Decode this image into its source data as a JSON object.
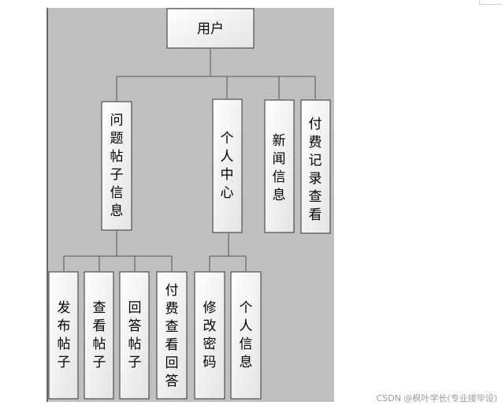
{
  "diagram": {
    "root": "用户",
    "level1": [
      "问题帖子信息",
      "个人中心",
      "新闻信息",
      "付费记录查看"
    ],
    "level2_question": [
      "发布帖子",
      "查看帖子",
      "回答帖子",
      "付费查看回答"
    ],
    "level2_personal": [
      "修改密码",
      "个人信息"
    ]
  },
  "watermark": "CSDN @枫叶学长(专业接毕设)",
  "colors": {
    "panel_background": "#c0c0c0",
    "box_border": "#333333",
    "line": "#555555"
  }
}
